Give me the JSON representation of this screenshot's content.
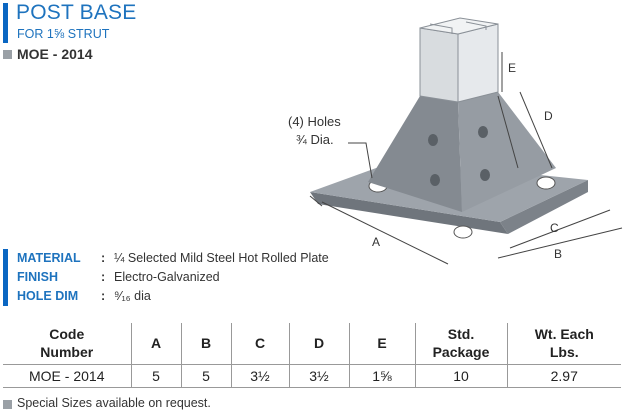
{
  "header": {
    "title": "POST BASE",
    "subtitle": "FOR 1⅝ STRUT",
    "model": "MOE - 2014"
  },
  "figure": {
    "holes_label": "(4) Holes",
    "holes_size": "¾ Dia.",
    "dim_a": "A",
    "dim_b": "B",
    "dim_c": "C",
    "dim_d": "D",
    "dim_e": "E"
  },
  "specs": [
    {
      "label": "MATERIAL",
      "colon": ":",
      "value": "¼ Selected Mild Steel Hot Rolled Plate"
    },
    {
      "label": "FINISH",
      "colon": ":",
      "value": "Electro-Galvanized"
    },
    {
      "label": "HOLE DIM",
      "colon": ":",
      "value": "⁹⁄₁₆ dia"
    }
  ],
  "table": {
    "headers": [
      {
        "line1": "Code",
        "line2": "Number"
      },
      {
        "line1": "A",
        "line2": ""
      },
      {
        "line1": "B",
        "line2": ""
      },
      {
        "line1": "C",
        "line2": ""
      },
      {
        "line1": "D",
        "line2": ""
      },
      {
        "line1": "E",
        "line2": ""
      },
      {
        "line1": "Std.",
        "line2": "Package"
      },
      {
        "line1": "Wt. Each",
        "line2": "Lbs."
      }
    ],
    "row": [
      "MOE - 2014",
      "5",
      "5",
      "3½",
      "3½",
      "1⅝",
      "10",
      "2.97"
    ]
  },
  "note": "Special Sizes available on request.",
  "colors": {
    "accent": "#1e73be",
    "steel": "#8a9097",
    "marker": "#9aa0a6"
  }
}
